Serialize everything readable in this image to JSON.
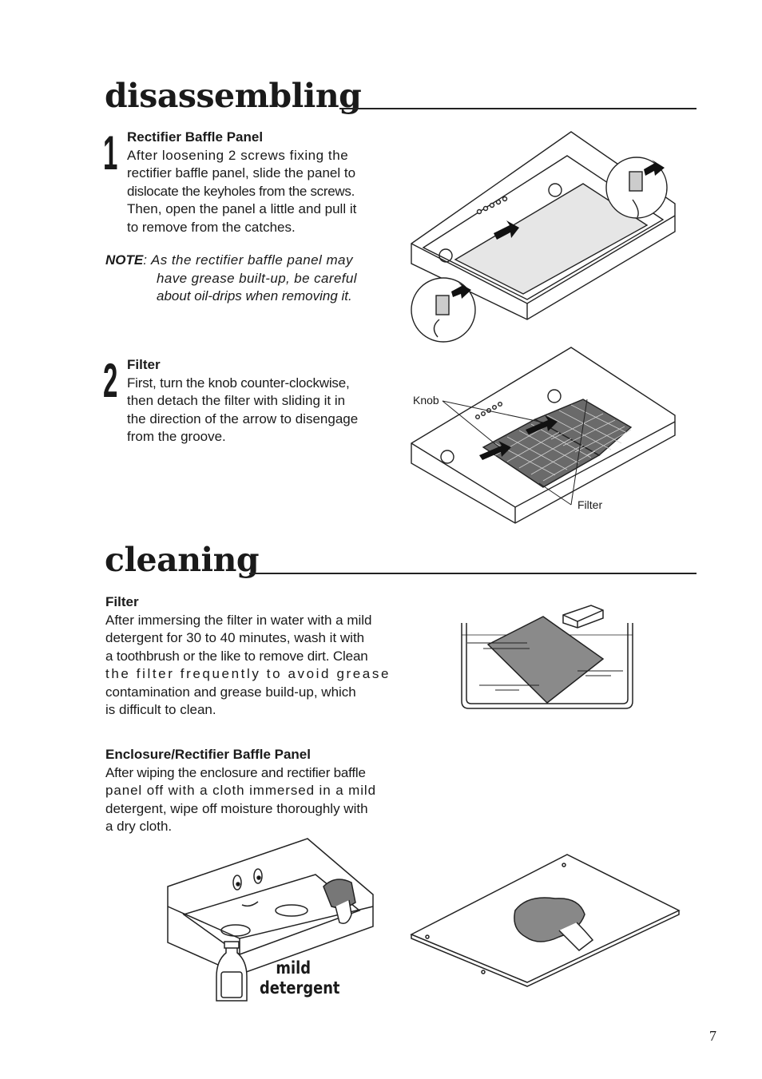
{
  "disassembling": {
    "heading": "disassembling",
    "step1": {
      "number": "1",
      "title": "Rectifier Baffle Panel",
      "lines": [
        "After loosening 2 screws fixing the",
        "rectifier baffle panel, slide the panel to",
        "dislocate the keyholes from the screws.",
        "Then, open the panel a little and pull it",
        "to remove from the catches."
      ],
      "note_label": "NOTE",
      "note_lines": [
        ": As the rectifier baffle panel may",
        "have grease built-up, be careful",
        "about oil-drips when removing it."
      ]
    },
    "step2": {
      "number": "2",
      "title": "Filter",
      "lines": [
        "First, turn the knob counter-clockwise,",
        "then detach the filter with sliding it in",
        "the direction of the arrow to disengage",
        "from the groove."
      ],
      "label_knob": "Knob",
      "label_filter": "Filter"
    }
  },
  "cleaning": {
    "heading": "cleaning",
    "filter": {
      "title": "Filter",
      "lines": [
        "After immersing the filter in water with a mild",
        "detergent for 30 to 40 minutes, wash it with",
        "a toothbrush or the like to remove dirt. Clean",
        "the filter frequently to avoid grease",
        "contamination and grease build-up, which",
        "is difficult to clean."
      ]
    },
    "enclosure": {
      "title": "Enclosure/Rectifier Baffle Panel",
      "lines": [
        "After wiping the enclosure and rectifier baffle",
        "panel off with a cloth immersed in a mild",
        "detergent, wipe off moisture thoroughly with",
        "a dry cloth."
      ]
    },
    "detergent_label": [
      "mild",
      "detergent"
    ]
  },
  "page_number": "7"
}
